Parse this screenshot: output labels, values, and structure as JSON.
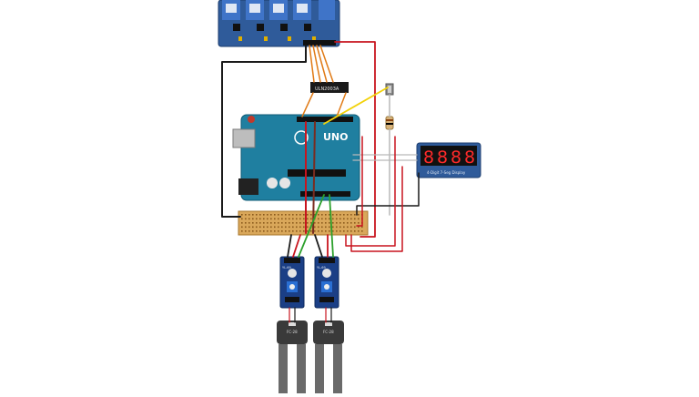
{
  "labels": {
    "arduino_brand": "UNO",
    "driver_ic": "ULN2003A",
    "soil_module_a": "YL-69",
    "soil_module_b": "YL-69",
    "probe_a": "FC-28",
    "probe_b": "FC-28",
    "display_caption": "4-Digit 7-Seg Display"
  },
  "display": {
    "digits": [
      "8",
      "8",
      "8",
      "8"
    ],
    "digit_color": "#ff2a2a"
  },
  "colors": {
    "relay_blue": "#2f5b9a",
    "arduino_teal": "#1f7fa0",
    "breadboard": "#d9a75a",
    "sensor_blue": "#1b3f86",
    "probe_dark": "#3a3a3a",
    "wire_red": "#c8141e",
    "wire_black": "#1a1a1a",
    "wire_green": "#2ca02c",
    "wire_orange": "#e07a16",
    "wire_yellow": "#f2d20a",
    "wire_gray": "#b9b9b9"
  }
}
